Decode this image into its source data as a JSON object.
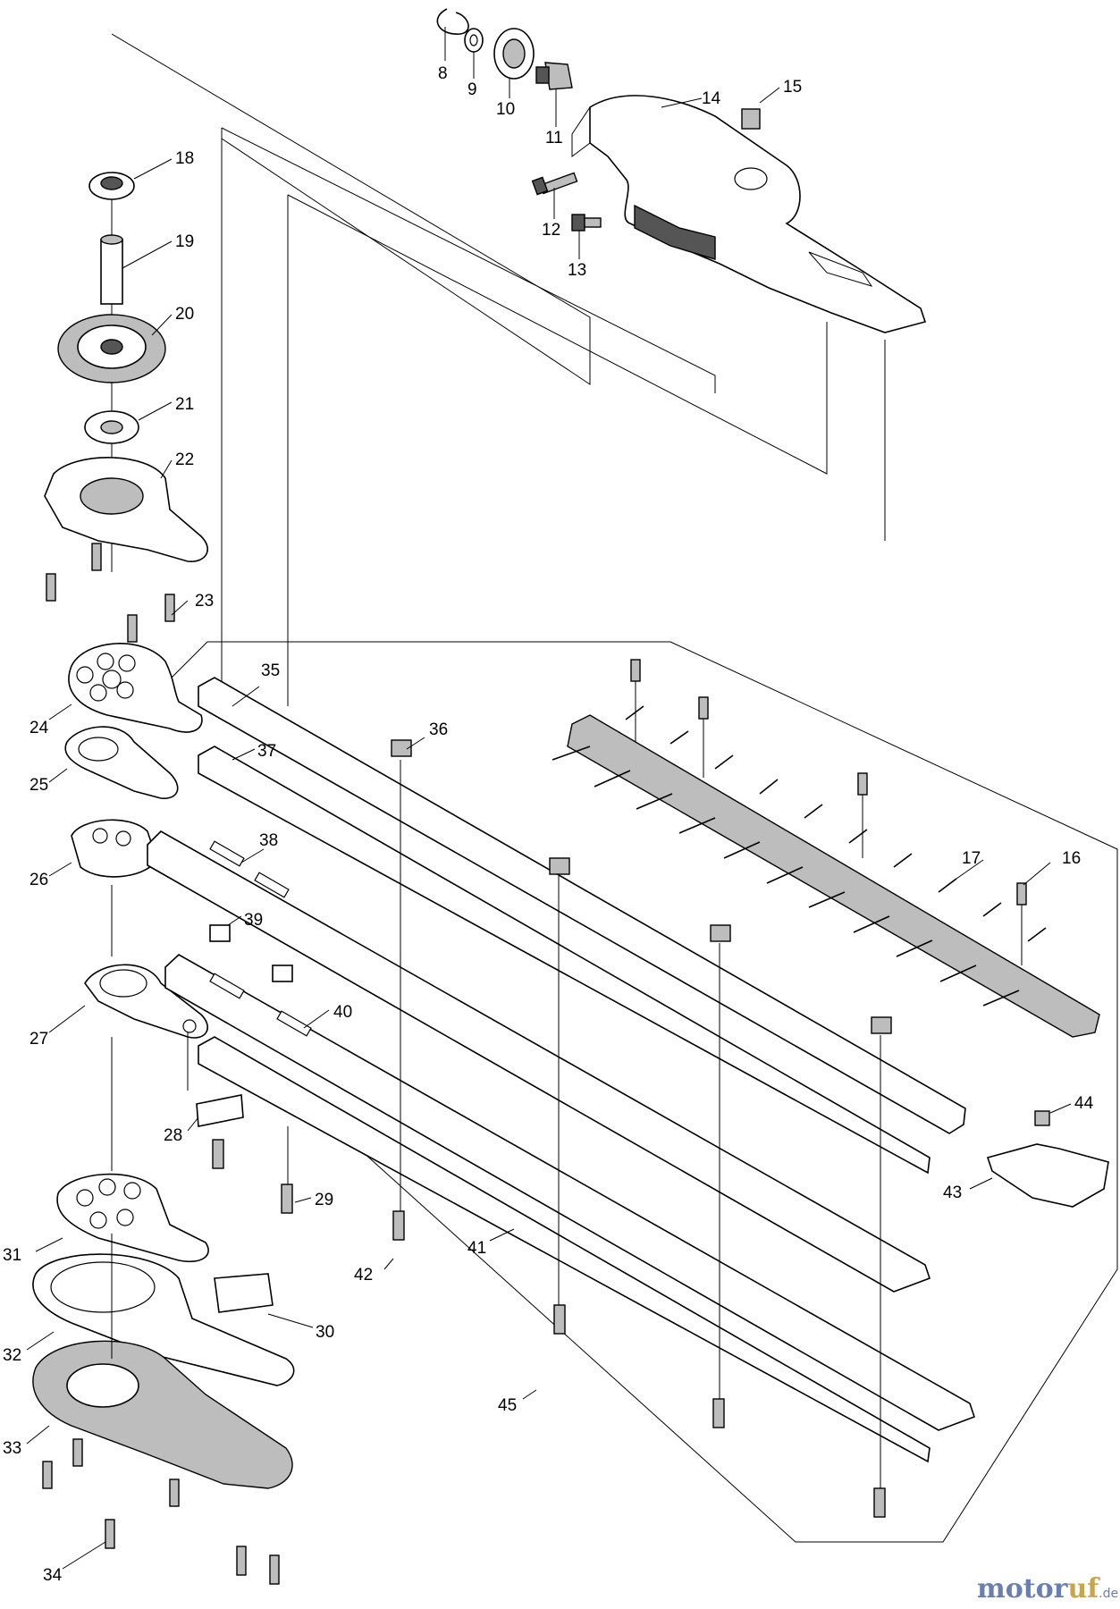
{
  "diagram": {
    "part_labels": [
      "8",
      "9",
      "10",
      "11",
      "12",
      "13",
      "14",
      "15",
      "16",
      "17",
      "18",
      "19",
      "20",
      "21",
      "22",
      "23",
      "24",
      "25",
      "26",
      "27",
      "28",
      "29",
      "30",
      "31",
      "32",
      "33",
      "34",
      "35",
      "36",
      "37",
      "38",
      "39",
      "40",
      "41",
      "42",
      "43",
      "44",
      "45"
    ]
  },
  "watermark": {
    "brand_a": "motor",
    "brand_b": "uf",
    "suffix": ".de"
  }
}
